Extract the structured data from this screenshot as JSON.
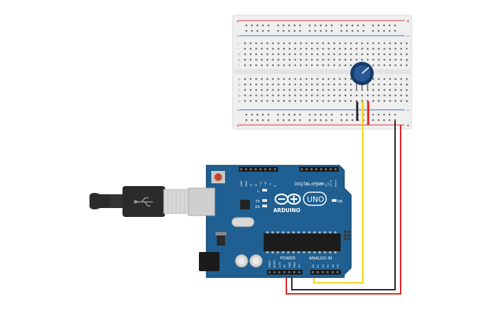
{
  "colors": {
    "breadboard": "#efefef",
    "breadboard_channel": "#e3e3e3",
    "hole": "#6d6d6d",
    "rail_red": "#d0343a",
    "rail_blue": "#4a69b3",
    "arduino_board": "#1f5f91",
    "arduino_edge": "#164a74",
    "wire_red": "#e02020",
    "wire_black": "#222222",
    "wire_yellow": "#f4d21c",
    "potentiometer_knob": "#173a6b",
    "usb_cable": "#2b2b2b"
  },
  "breadboard": {
    "rail_plus": "+",
    "rail_minus": "−",
    "row_letters_top": [
      "j",
      "i",
      "h",
      "g",
      "f"
    ],
    "row_letters_bottom": [
      "e",
      "d",
      "c",
      "b",
      "a"
    ],
    "columns": 30
  },
  "arduino": {
    "brand": "ARDUINO",
    "model": "UNO",
    "digital_header": "DIGITAL (PWM~)",
    "power_header": "POWER",
    "analog_header": "ANALOG IN",
    "digital_pins": [
      "AREF",
      "GND",
      "13",
      "12",
      "~11",
      "~10",
      "~9",
      "8",
      "7",
      "~6",
      "~5",
      "4",
      "~3",
      "2",
      "TX→1",
      "RX←0"
    ],
    "power_pins": [
      "IOREF",
      "RESET",
      "3.3V",
      "5V",
      "GND",
      "GND",
      "Vin"
    ],
    "analog_pins": [
      "A0",
      "A1",
      "A2",
      "A3",
      "A4",
      "A5"
    ],
    "led_labels": [
      "L",
      "TX",
      "RX",
      "ON"
    ]
  },
  "components": {
    "potentiometer": "potentiometer",
    "usb": "usb-cable"
  }
}
